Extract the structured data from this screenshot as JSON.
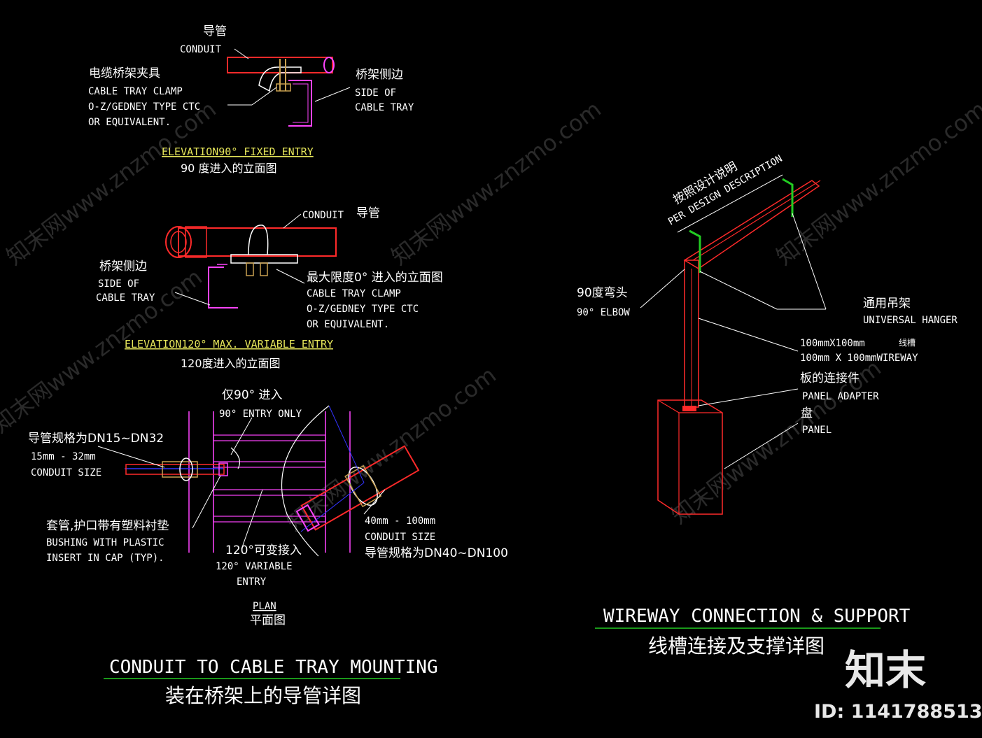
{
  "fixed_entry": {
    "conduit_cn": "导管",
    "conduit_en": "CONDUIT",
    "clamp_cn": "电缆桥架夹具",
    "clamp_en1": "CABLE TRAY CLAMP",
    "clamp_en2": "O-Z/GEDNEY TYPE CTC",
    "clamp_en3": "OR EQUIVALENT.",
    "side_cn": "桥架侧边",
    "side_en1": "SIDE OF",
    "side_en2": "CABLE TRAY",
    "title_en": "ELEVATION90° FIXED ENTRY",
    "title_cn": "90 度进入的立面图"
  },
  "variable_entry": {
    "conduit_en": "CONDUIT",
    "conduit_cn": "导管",
    "side_cn": "桥架侧边",
    "side_en1": "SIDE OF",
    "side_en2": "CABLE TRAY",
    "clamp_cn": "最大限度0° 进入的立面图",
    "clamp_en1": "CABLE TRAY CLAMP",
    "clamp_en2": "O-Z/GEDNEY TYPE CTC",
    "clamp_en3": "OR EQUIVALENT.",
    "title_en": "ELEVATION120° MAX. VARIABLE ENTRY",
    "title_cn": "120度进入的立面图"
  },
  "plan": {
    "only_cn": "仅90° 进入",
    "only_en": "90° ENTRY ONLY",
    "size_cn": "导管规格为DN15~DN32",
    "size_en1": "15mm - 32mm",
    "size_en2": "CONDUIT SIZE",
    "bushing_cn": "套管,护口带有塑料衬垫",
    "bushing_en1": "BUSHING WITH PLASTIC",
    "bushing_en2": "INSERT IN CAP (TYP).",
    "var_cn": "120°可变接入",
    "var_en1": "120° VARIABLE",
    "var_en2": "ENTRY",
    "big_en1": "40mm - 100mm",
    "big_en2": "CONDUIT SIZE",
    "big_cn": "导管规格为DN40~DN100",
    "plan_en": "PLAN",
    "plan_cn": "平面图"
  },
  "mounting_title": {
    "en": "CONDUIT TO CABLE TRAY MOUNTING",
    "cn": "装在桥架上的导管详图"
  },
  "wireway": {
    "design_cn": "按照设计说明",
    "design_en": "PER DESIGN DESCRIPTION",
    "elbow_cn": "90度弯头",
    "elbow_en": "90° ELBOW",
    "hanger_cn": "通用吊架",
    "hanger_en": "UNIVERSAL HANGER",
    "wireway1": "100mmX100mm",
    "wireway_cn": "线槽",
    "wireway2": "100mm X 100mmWIREWAY",
    "adapter_cn": "板的连接件",
    "adapter_en": "PANEL ADAPTER",
    "panel_cn": "盘",
    "panel_en": "PANEL",
    "title_en": "WIREWAY CONNECTION & SUPPORT",
    "title_cn": "线槽连接及支撑详图"
  },
  "watermark": {
    "text": "知末网www.znzmo.com",
    "brand": "知末",
    "id": "ID: 1141788513"
  },
  "colors": {
    "red": "#ff2a2a",
    "magenta": "#ff44ff",
    "white": "#ffffff",
    "yellow": "#e6e65a",
    "green": "#22cc22",
    "blue": "#3333ff",
    "gold": "#c8a050"
  }
}
